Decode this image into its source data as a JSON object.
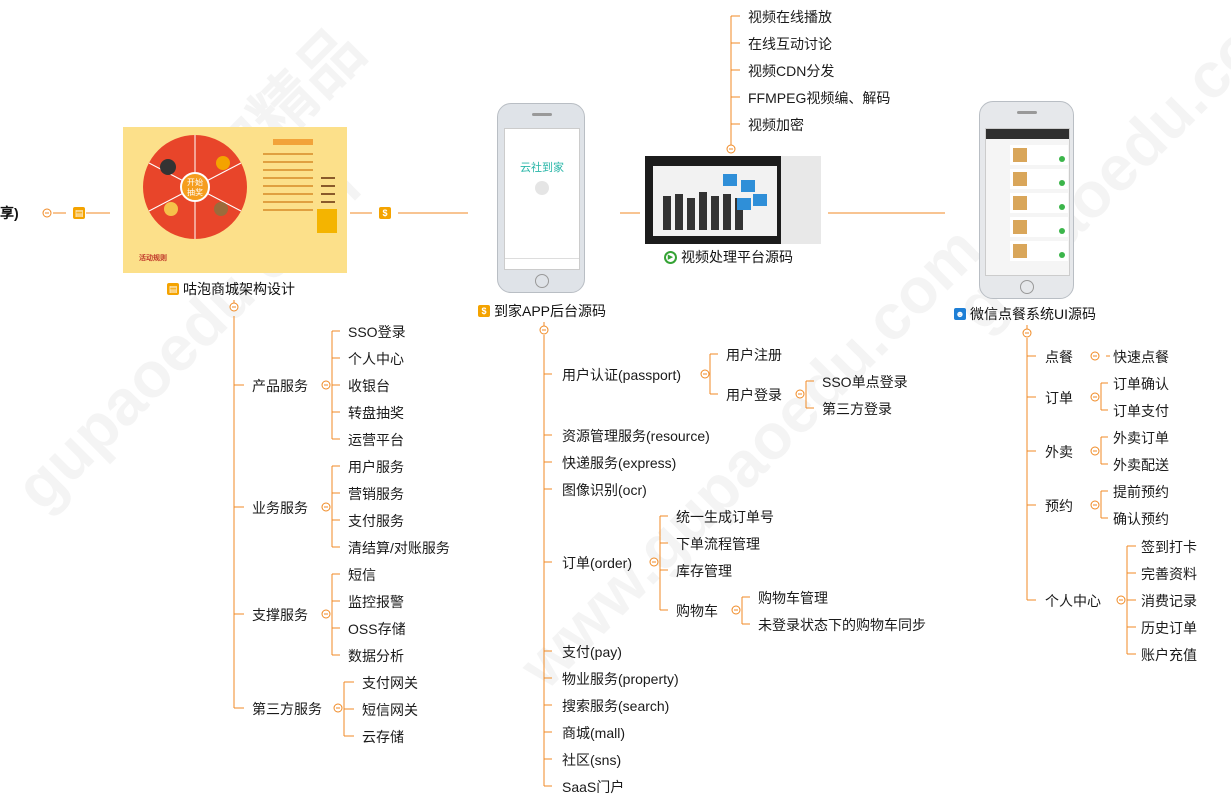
{
  "root": {
    "label": "享)"
  },
  "branches": {
    "shop": {
      "caption": "咕泡商城架构设计",
      "groups": [
        {
          "label": "产品服务",
          "items": [
            "SSO登录",
            "个人中心",
            "收银台",
            "转盘抽奖",
            "运营平台"
          ]
        },
        {
          "label": "业务服务",
          "items": [
            "用户服务",
            "营销服务",
            "支付服务",
            "清结算/对账服务"
          ]
        },
        {
          "label": "支撑服务",
          "items": [
            "短信",
            "监控报警",
            "OSS存储",
            "数据分析"
          ]
        },
        {
          "label": "第三方服务",
          "items": [
            "支付网关",
            "短信网关",
            "云存储"
          ]
        }
      ],
      "image": {
        "spin_center_line1": "开始",
        "spin_center_line2": "抽奖",
        "footer_text": "活动规则"
      }
    },
    "daojia": {
      "caption": "到家APP后台源码",
      "phone_title": "云社到家",
      "items": [
        {
          "label": "用户认证(passport)"
        },
        {
          "label": "资源管理服务(resource)"
        },
        {
          "label": "快递服务(express)"
        },
        {
          "label": "图像识别(ocr)"
        },
        {
          "label": "订单(order)"
        },
        {
          "label": "支付(pay)"
        },
        {
          "label": "物业服务(property)"
        },
        {
          "label": "搜索服务(search)"
        },
        {
          "label": "商城(mall)"
        },
        {
          "label": "社区(sns)"
        },
        {
          "label": "SaaS门户"
        }
      ],
      "passport": {
        "register": "用户注册",
        "login": "用户登录",
        "login_children": [
          "SSO单点登录",
          "第三方登录"
        ]
      },
      "order": {
        "children": [
          "统一生成订单号",
          "下单流程管理",
          "库存管理",
          "购物车"
        ],
        "cart_children": [
          "购物车管理",
          "未登录状态下的购物车同步"
        ]
      }
    },
    "video": {
      "caption": "视频处理平台源码",
      "items": [
        "视频在线播放",
        "在线互动讨论",
        "视频CDN分发",
        "FFMPEG视频编、解码",
        "视频加密"
      ]
    },
    "wechat": {
      "caption": "微信点餐系统UI源码",
      "groups": [
        {
          "label": "点餐",
          "items": [
            "快速点餐"
          ]
        },
        {
          "label": "订单",
          "items": [
            "订单确认",
            "订单支付"
          ]
        },
        {
          "label": "外卖",
          "items": [
            "外卖订单",
            "外卖配送"
          ]
        },
        {
          "label": "预约",
          "items": [
            "提前预约",
            "确认预约"
          ]
        },
        {
          "label": "个人中心",
          "items": [
            "签到打卡",
            "完善资料",
            "消费记录",
            "历史订单",
            "账户充值"
          ]
        }
      ]
    }
  },
  "colors": {
    "connector": "#f08a24",
    "icon_orange": "#f4a300",
    "icon_green": "#35a335",
    "icon_blue": "#1e7fd6"
  },
  "watermark": {
    "texts": [
      "gupaoedu.com",
      "www.gupaoedu.com",
      "咕泡精品"
    ]
  }
}
